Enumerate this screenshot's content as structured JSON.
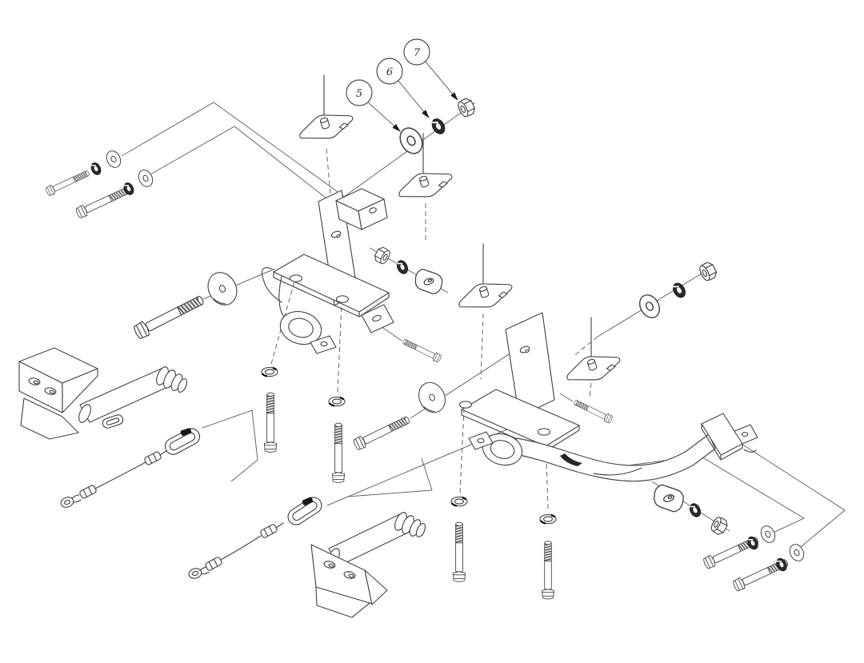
{
  "page": {
    "background": "#ffffff"
  },
  "diagram": {
    "kind": "exploded-parts-diagram",
    "subject": "tow-bar baseplate mounting kit",
    "line_color": "#474747",
    "callouts": [
      {
        "label": "5",
        "part": "flat-washer"
      },
      {
        "label": "6",
        "part": "lock-washer"
      },
      {
        "label": "7",
        "part": "hex-nut"
      }
    ]
  }
}
